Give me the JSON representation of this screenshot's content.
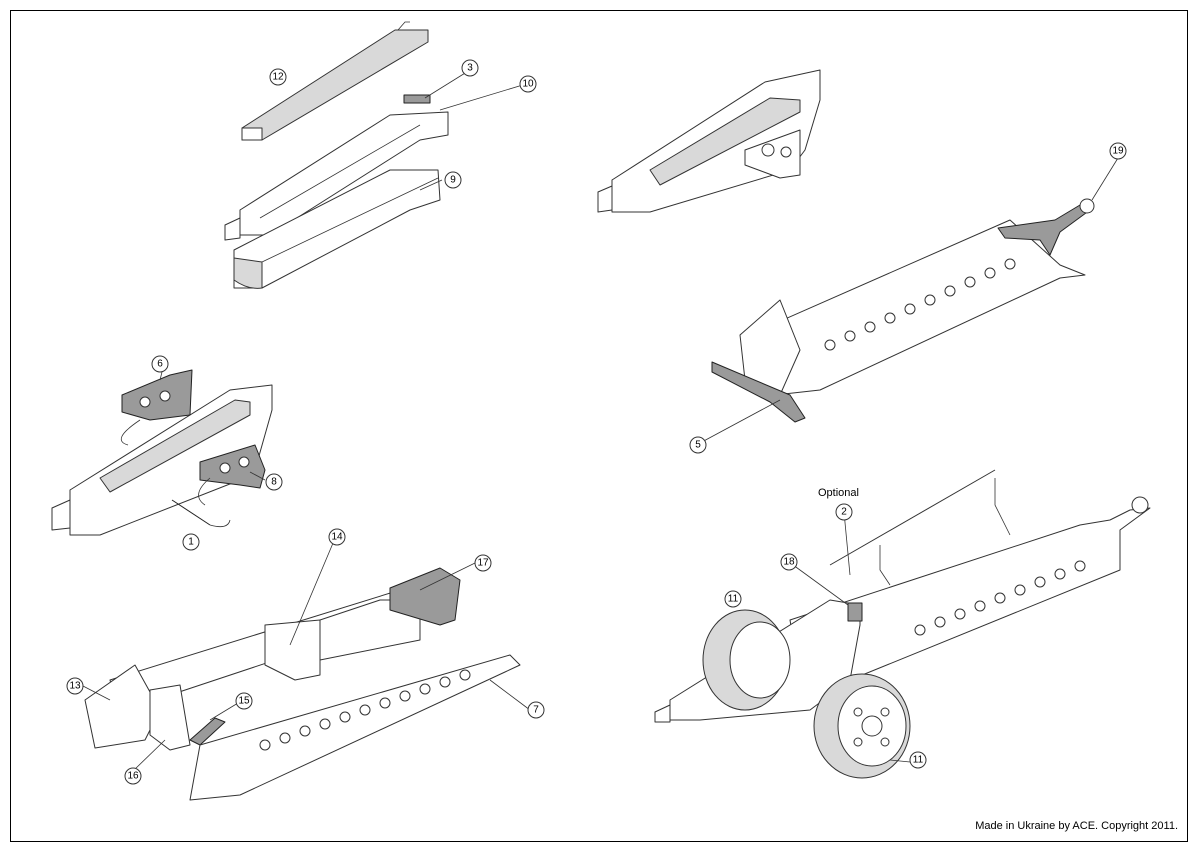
{
  "callouts": [
    {
      "id": "12",
      "label": "12"
    },
    {
      "id": "3",
      "label": "3"
    },
    {
      "id": "10",
      "label": "10"
    },
    {
      "id": "9",
      "label": "9"
    },
    {
      "id": "19",
      "label": "19"
    },
    {
      "id": "6",
      "label": "6"
    },
    {
      "id": "8",
      "label": "8"
    },
    {
      "id": "1",
      "label": "1"
    },
    {
      "id": "5",
      "label": "5"
    },
    {
      "id": "14",
      "label": "14"
    },
    {
      "id": "17",
      "label": "17"
    },
    {
      "id": "13",
      "label": "13"
    },
    {
      "id": "15",
      "label": "15"
    },
    {
      "id": "16",
      "label": "16"
    },
    {
      "id": "7",
      "label": "7"
    },
    {
      "id": "2",
      "label": "2"
    },
    {
      "id": "18",
      "label": "18"
    },
    {
      "id": "11a",
      "label": "11"
    },
    {
      "id": "11b",
      "label": "11"
    }
  ],
  "optional_label": "Optional",
  "copyright": "Made in Ukraine by ACE. Copyright 2011."
}
